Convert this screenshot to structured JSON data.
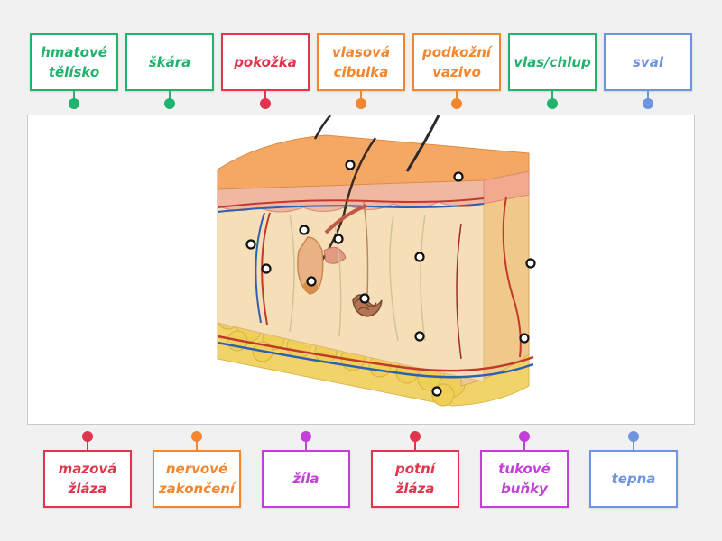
{
  "top_labels": [
    {
      "text": "hmatové\ntělísko",
      "color": "#1fb36e"
    },
    {
      "text": "škára",
      "color": "#1fb36e"
    },
    {
      "text": "pokožka",
      "color": "#e0354d"
    },
    {
      "text": "vlasová\ncibulka",
      "color": "#f3872f"
    },
    {
      "text": "podkožní\nvazivo",
      "color": "#f3872f"
    },
    {
      "text": "vlas/chlup",
      "color": "#1fb36e"
    },
    {
      "text": "sval",
      "color": "#6f95e0"
    }
  ],
  "bottom_labels": [
    {
      "text": "mazová\nžláza",
      "color": "#e0354d"
    },
    {
      "text": "nervové\nzakončení",
      "color": "#f3872f"
    },
    {
      "text": "žíla",
      "color": "#c23fd8"
    },
    {
      "text": "potní\nžláza",
      "color": "#e0354d"
    },
    {
      "text": "tukové\nbuňky",
      "color": "#c23fd8"
    },
    {
      "text": "tepna",
      "color": "#6f95e0"
    }
  ],
  "figure": {
    "illustration_icon": "skin-cross-section-icon"
  }
}
